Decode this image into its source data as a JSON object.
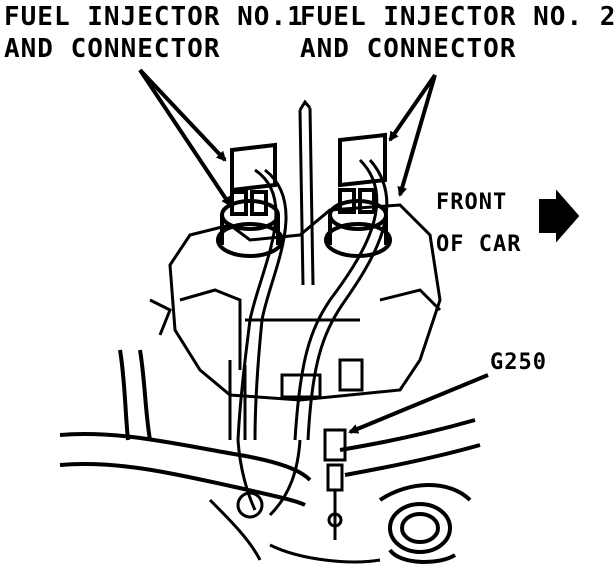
{
  "labels": {
    "injector_1_line1": "FUEL INJECTOR NO.1",
    "injector_1_line2": "AND CONNECTOR",
    "injector_2_line1": "FUEL INJECTOR NO. 2",
    "injector_2_line2": "AND CONNECTOR",
    "front_line1": "FRONT",
    "front_line2": "OF CAR",
    "ground": "G250"
  },
  "colors": {
    "ink": "#000000",
    "paper": "#ffffff"
  },
  "icons": [
    "leader-arrow",
    "front-direction-arrow"
  ]
}
